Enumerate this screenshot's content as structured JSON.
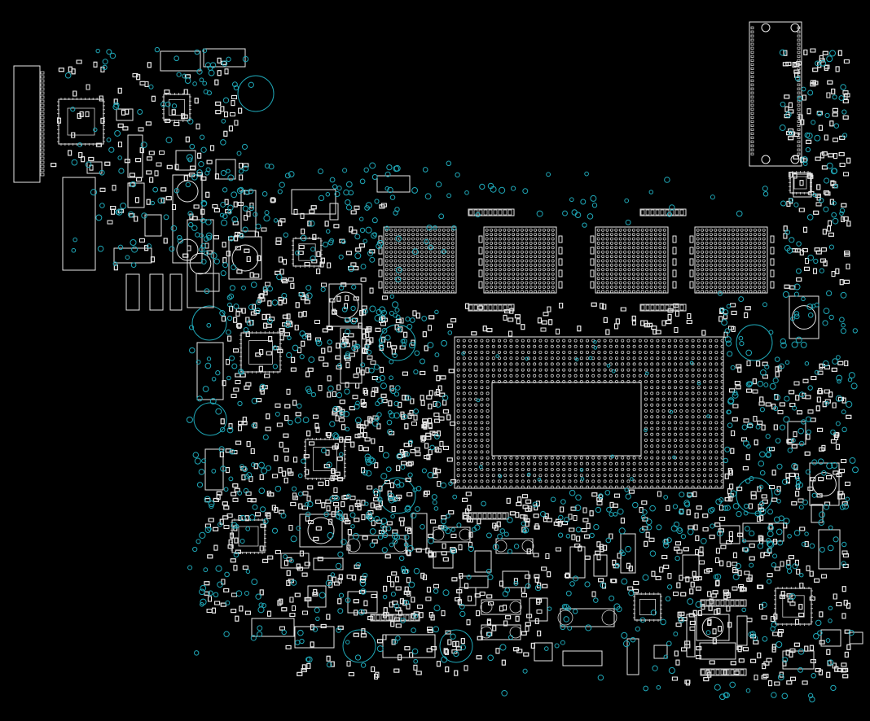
{
  "canvas": {
    "background": "#000000",
    "outline_color": "#e8e8e8",
    "via_color": "#1fa8b8",
    "pad_color": "#bdbdbd"
  },
  "board": {
    "view": "pcb-top-side-boardview",
    "components": {
      "bga_arrays": [
        "memory-chip",
        "memory-chip",
        "memory-chip",
        "memory-chip",
        "cpu-bga"
      ],
      "connectors": [
        "edge-connector-left",
        "edge-connector-top-right"
      ],
      "mounting_holes": 8
    }
  }
}
